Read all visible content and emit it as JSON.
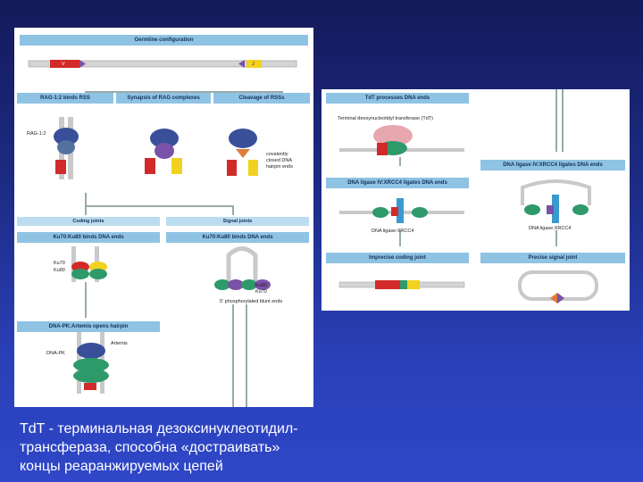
{
  "left": {
    "germline_title": "Germline configuration",
    "gene_v": "V",
    "gene_j": "J",
    "step1": "RAG-1:2 binds RSS",
    "step2": "Synapsis of RAG complexes",
    "step3": "Cleavage of RSSs",
    "rag_label": "RAG-1:2",
    "hairpin_label": [
      "covalently",
      "closed DNA",
      "hairpin ends"
    ],
    "coding_joints": "Coding joints",
    "signal_joints": "Signal joints",
    "ku_binds_1": "Ku70:Ku80 binds DNA ends",
    "ku_binds_2": "Ku70:Ku80 binds DNA ends",
    "ku70": "Ku70",
    "ku80": "Ku80",
    "ku80_b": "Ku80",
    "ku70_b": "Ku70",
    "blunt_ends": "5' phosphorylated blunt ends",
    "dnapk_title": "DNA-PK:Artemis opens hairpin",
    "artemis": "Artemis",
    "dnapk": "DNA-PK"
  },
  "right": {
    "tdt_title": "TdT processes DNA ends",
    "tdt_label": "Terminal deoxynucleotidyl transferase (TdT)",
    "ligase_title_1": "DNA ligase IV:XRCC4 ligates DNA ends",
    "ligase_title_2": "DNA ligase IV:XRCC4 ligates DNA ends",
    "ligase_label_1": "DNA ligase:XRCC4",
    "ligase_label_2": "DNA ligase:XRCC4",
    "imprecise": "Imprecise coding joint",
    "precise": "Precise signal joint"
  },
  "caption": [
    "TdT - терминальная дезоксинуклеотидил-",
    "трансфераза, способна «достраивать»",
    "концы реаранжируемых цепей"
  ],
  "colors": {
    "header": "#8fc3e3",
    "dna": "#c9c9c9",
    "gene_v": "#d22a2a",
    "gene_j": "#f2d21f",
    "rag": "#3a4f9a",
    "ku": "#2e9a6a",
    "tdt": "#e7a7ae",
    "background": "#1d2c86"
  }
}
